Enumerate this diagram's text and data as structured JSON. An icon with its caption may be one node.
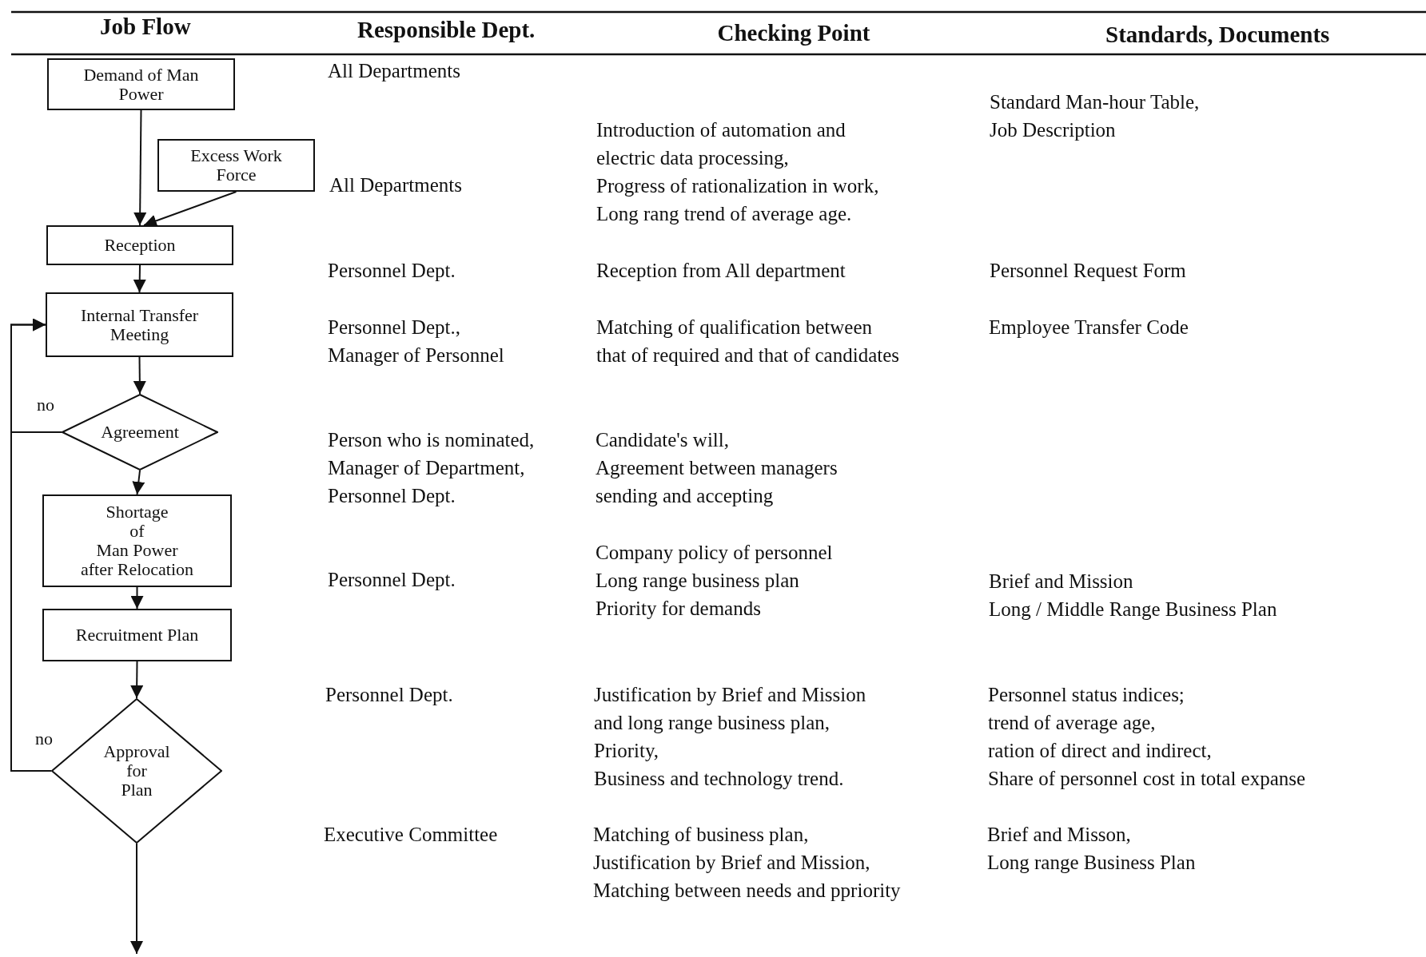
{
  "diagram": {
    "nodes": [
      {
        "text": [
          "Demand of Man Power"
        ]
      },
      {
        "text": [
          "Excess Work Force"
        ]
      },
      {
        "text": [
          "Reception"
        ]
      },
      {
        "text": [
          "Internal Transfer Meeting"
        ]
      },
      {
        "text": [
          "Agreement"
        ]
      },
      {
        "text": [
          "Shortage of Man Power after Relocation"
        ]
      },
      {
        "text": [
          "Recruitment Plan"
        ]
      },
      {
        "text": [
          "Approval for Plan"
        ]
      }
    ],
    "edges": [
      {
        "from": 0,
        "to": 2,
        "arrow": "to"
      },
      {
        "from": 1,
        "to": 2,
        "arrow": "to"
      },
      {
        "from": 2,
        "to": 3,
        "arrow": "to"
      },
      {
        "from": 3,
        "to": 4,
        "arrow": "to"
      },
      {
        "from": 4,
        "to": 5,
        "arrow": "to"
      },
      {
        "from": 5,
        "to": 6,
        "arrow": "to"
      },
      {
        "from": 6,
        "to": 7,
        "arrow": "to"
      },
      {
        "from": 4,
        "to": 3,
        "arrow": "to",
        "label": "no"
      },
      {
        "from": 7,
        "to": 3,
        "arrow": "to",
        "label": "no"
      },
      {
        "from": 7,
        "to": null,
        "arrow": "to"
      }
    ],
    "labels": [
      "Job Flow",
      "Responsible Dept.",
      "Checking Point",
      "Standards, Documents",
      "All Departments",
      "Standard Man-hour Table, Job Description",
      "Introduction of automation and electric data processing, Progress of rationalization in work, Long rang trend of average age.",
      "All Departments",
      "Personnel Dept.",
      "Reception from All department",
      "Personnel Request Form",
      "Personnel Dept., Manager of Personnel",
      "Matching of qualification between that of required and that of candidates",
      "Employee Transfer Code",
      "Person who is nominated, Manager of Department, Personnel Dept.",
      "Candidate's will, Agreement between managers sending and accepting",
      "Personnel Dept.",
      "Company policy of personnel Long range business plan Priority for demands",
      "Brief and Mission Long / Middle Range Business Plan",
      "Personnel Dept.",
      "Justification by Brief and Mission and long range business plan, Priority, Business and technology trend.",
      "Personnel status indices; trend of average age, ration of direct and indirect, Share of personnel cost in total expanse",
      "Executive Committee",
      "Matching of business plan, Justification by Brief and Mission, Matching between needs and ppriority",
      "Brief and Misson, Long range Business Plan"
    ]
  }
}
